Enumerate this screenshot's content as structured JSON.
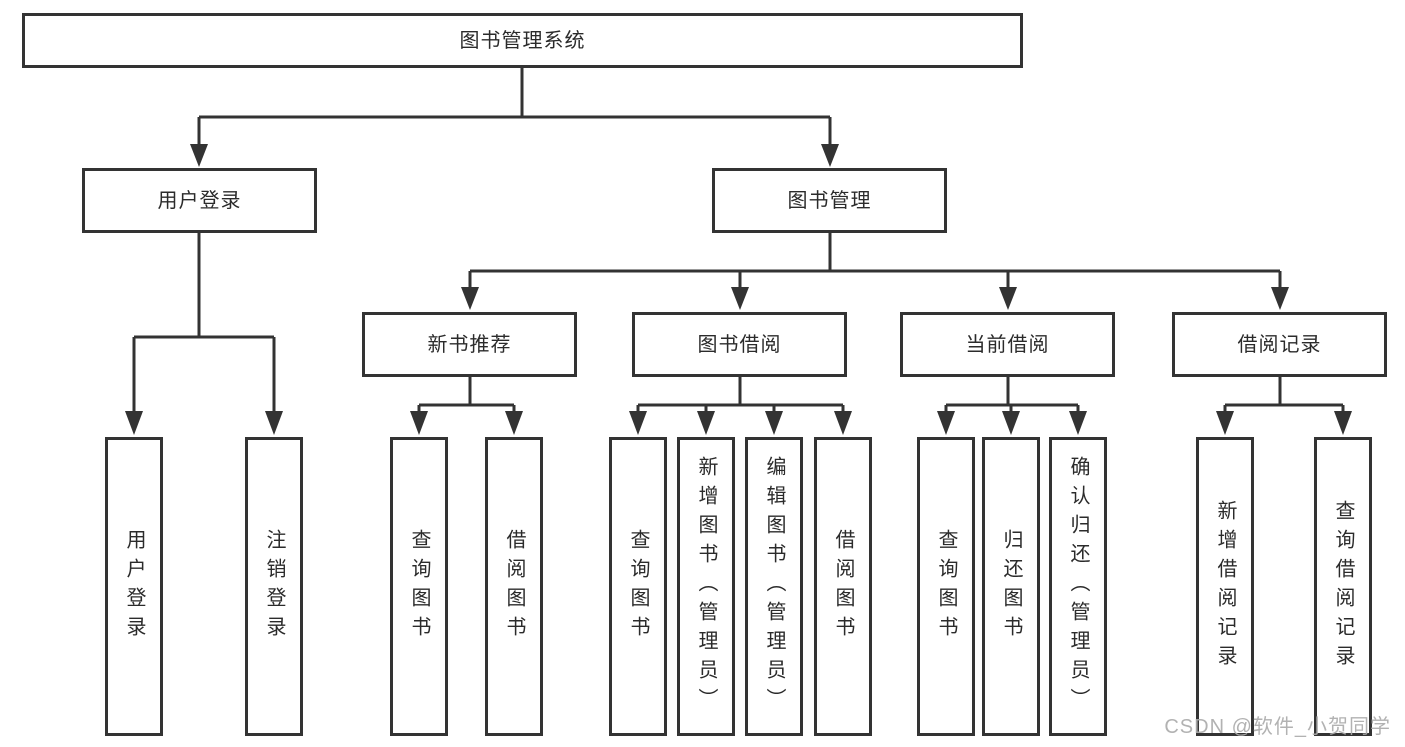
{
  "diagram": {
    "title_note": "functional structure chart",
    "root": {
      "label": "图书管理系统"
    },
    "branches": [
      {
        "label": "用户登录",
        "children": [
          {
            "label": "用户登录"
          },
          {
            "label": "注销登录"
          }
        ]
      },
      {
        "label": "图书管理",
        "children": [
          {
            "label": "新书推荐",
            "children": [
              {
                "label": "查询图书"
              },
              {
                "label": "借阅图书"
              }
            ]
          },
          {
            "label": "图书借阅",
            "children": [
              {
                "label": "查询图书"
              },
              {
                "label": "新增图书（管理员）"
              },
              {
                "label": "编辑图书（管理员）"
              },
              {
                "label": "借阅图书"
              }
            ]
          },
          {
            "label": "当前借阅",
            "children": [
              {
                "label": "查询图书"
              },
              {
                "label": "归还图书"
              },
              {
                "label": "确认归还（管理员）"
              }
            ]
          },
          {
            "label": "借阅记录",
            "children": [
              {
                "label": "新增借阅记录"
              },
              {
                "label": "查询借阅记录"
              }
            ]
          }
        ]
      }
    ]
  },
  "watermark": {
    "text": "CSDN @软件_小贺同学",
    "color": "#ababab"
  },
  "colors": {
    "line": "#333333",
    "text": "#2b2b2b",
    "background": "#ffffff"
  }
}
